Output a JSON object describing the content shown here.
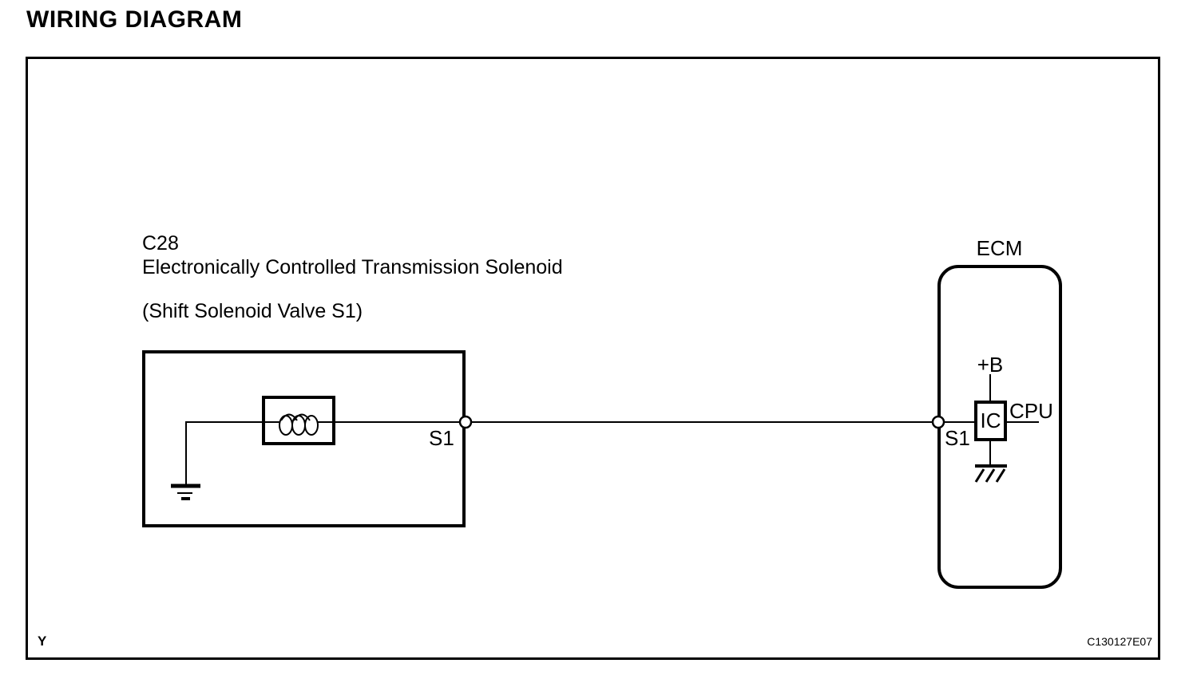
{
  "page": {
    "title": "WIRING DIAGRAM",
    "corner_label": "Y",
    "figure_code": "C130127E07"
  },
  "solenoid": {
    "connector_code": "C28",
    "name": "Electronically Controlled Transmission Solenoid",
    "subtitle": "(Shift Solenoid Valve S1)",
    "terminal_label": "S1"
  },
  "ecm": {
    "label": "ECM",
    "terminal_label": "S1",
    "power_label": "+B",
    "ic_label": "IC",
    "cpu_label": "CPU"
  },
  "icons": {
    "solenoid_coil": "inductor-coil-icon",
    "chassis_ground_left": "ground-icon",
    "signal_ground_ecm": "ground-hatch-icon",
    "terminal_left": "terminal-connector-icon",
    "terminal_right": "terminal-connector-icon"
  },
  "colors": {
    "line": "#000000",
    "background": "#ffffff",
    "text": "#000000"
  }
}
